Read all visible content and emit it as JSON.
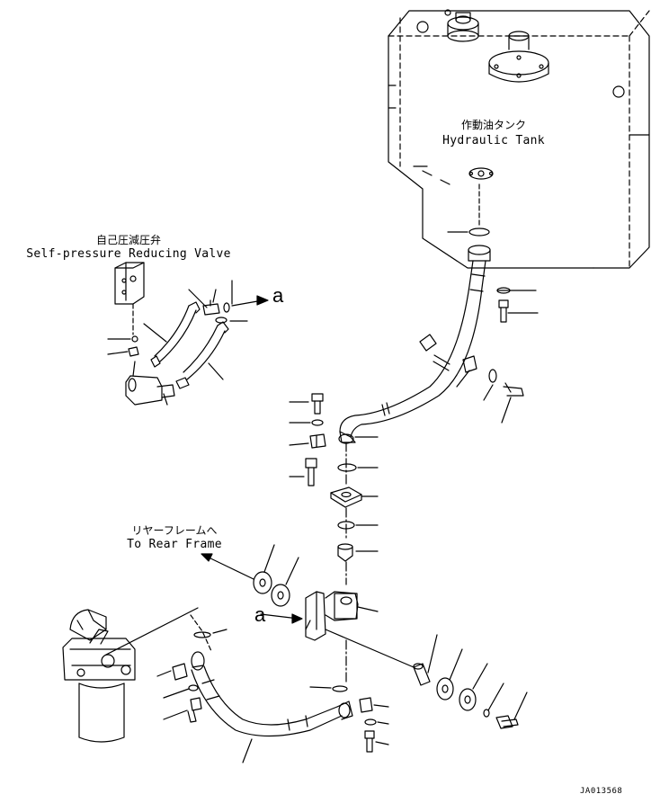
{
  "labels": {
    "hydraulic_tank_jp": "作動油タンク",
    "hydraulic_tank_en": "Hydraulic Tank",
    "reducing_valve_jp": "自己圧減圧弁",
    "reducing_valve_en": "Self-pressure Reducing Valve",
    "rear_frame_jp": "リヤーフレームへ",
    "rear_frame_en": "To Rear Frame",
    "ref_a_top": "a",
    "ref_a_bottom": "a",
    "drawing_code": "JA013568"
  }
}
